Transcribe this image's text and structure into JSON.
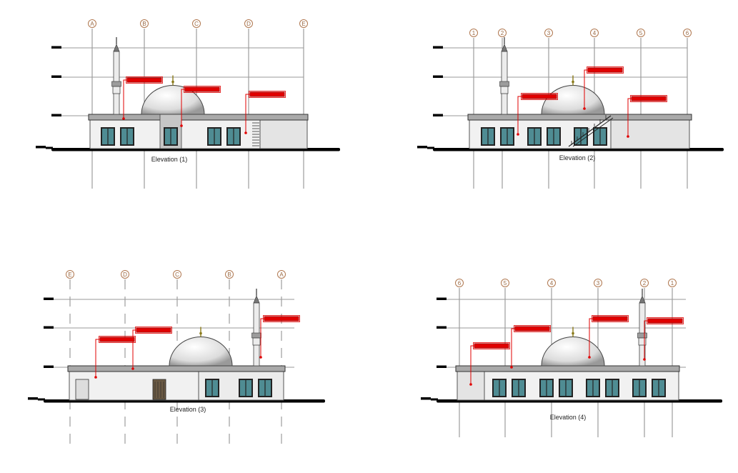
{
  "drawings": [
    {
      "caption": "Elevation (1)",
      "grid_labels": [
        "A",
        "B",
        "C",
        "D",
        "E"
      ]
    },
    {
      "caption": "Elevation (2)",
      "grid_labels": [
        "1",
        "2",
        "3",
        "4",
        "5",
        "6"
      ]
    },
    {
      "caption": "Elevation (3)",
      "grid_labels": [
        "E",
        "D",
        "C",
        "B",
        "A"
      ]
    },
    {
      "caption": "Elevation (4)",
      "grid_labels": [
        "6",
        "5",
        "4",
        "3",
        "2",
        "1"
      ]
    }
  ],
  "colors": {
    "annotation_tag": "#e00000",
    "window_glass": "#4f8c93",
    "grid_bubble": "#b07850",
    "ground_line": "#000000"
  }
}
